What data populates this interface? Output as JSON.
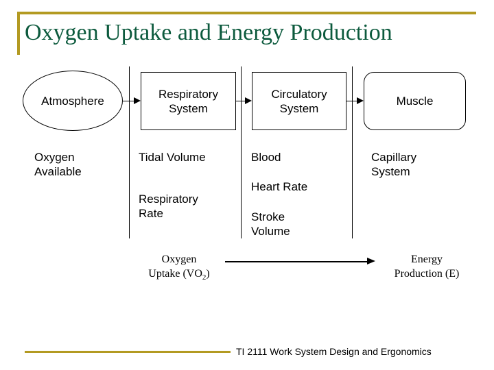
{
  "slide": {
    "title": "Oxygen Uptake and Energy Production",
    "title_color": "#0c5a3d",
    "accent_color": "#b39a22"
  },
  "flow": {
    "nodes": [
      {
        "id": "atmosphere",
        "label": "Atmosphere",
        "shape": "ellipse"
      },
      {
        "id": "respiratory",
        "label": "Respiratory\nSystem",
        "shape": "rectangle"
      },
      {
        "id": "circulatory",
        "label": "Circulatory\nSystem",
        "shape": "rectangle"
      },
      {
        "id": "muscle",
        "label": "Muscle",
        "shape": "rounded-rectangle"
      }
    ],
    "connectors": [
      {
        "id": "arrow-atmosphere-respiratory",
        "icon": "arrow-right-icon"
      },
      {
        "id": "arrow-respiratory-circulatory",
        "icon": "arrow-right-icon"
      },
      {
        "id": "arrow-circulatory-muscle",
        "icon": "arrow-right-icon"
      }
    ],
    "columns": [
      {
        "id": "oxygen-available",
        "text": "Oxygen\nAvailable"
      },
      {
        "id": "tidal-volume",
        "text": "Tidal Volume"
      },
      {
        "id": "respiratory-rate",
        "text": "Respiratory\nRate"
      },
      {
        "id": "blood",
        "text": "Blood"
      },
      {
        "id": "heart-rate",
        "text": "Heart Rate"
      },
      {
        "id": "stroke-volume",
        "text": "Stroke\nVolume"
      },
      {
        "id": "capillary-system",
        "text": "Capillary\nSystem"
      }
    ]
  },
  "equation": {
    "left_line1": "Oxygen",
    "left_line2_pre": "Uptake (VO",
    "left_line2_sub": "2",
    "left_line2_post": ")",
    "arrow_icon": "arrow-right-icon",
    "right_line1": "Energy",
    "right_line2": "Production (E)"
  },
  "footer": {
    "text": "TI 2111 Work System Design and Ergonomics"
  }
}
